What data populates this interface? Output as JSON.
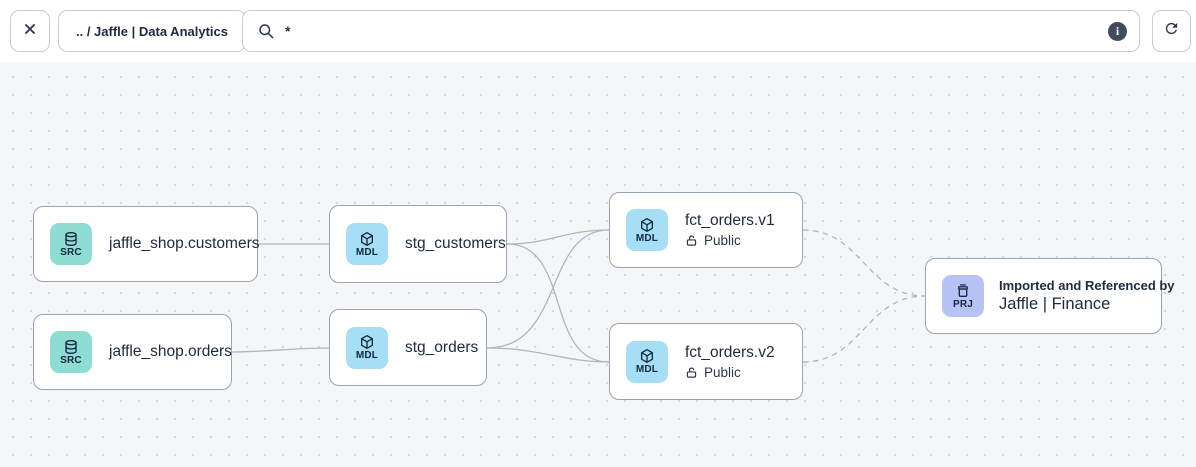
{
  "toolbar": {
    "breadcrumb": ".. / Jaffle | Data Analytics",
    "search_value": "*"
  },
  "colors": {
    "canvas_bg": "#f5f6f8",
    "src_icon_bg": "#8fdcd2",
    "mdl_icon_bg": "#a5def5",
    "prj_icon_bg": "#b7c3f4",
    "edge": "#aeb6c2",
    "node_border": "#99a3b1",
    "text": "#1c2a3e"
  },
  "nodes": [
    {
      "label": "jaffle_shop.customers",
      "badge": "SRC",
      "icon": "database-icon"
    },
    {
      "label": "jaffle_shop.orders",
      "badge": "SRC",
      "icon": "database-icon"
    },
    {
      "label": "stg_customers",
      "badge": "MDL",
      "icon": "cube-icon"
    },
    {
      "label": "stg_orders",
      "badge": "MDL",
      "icon": "cube-icon"
    },
    {
      "label": "fct_orders.v1",
      "badge": "MDL",
      "icon": "cube-icon",
      "access": "Public"
    },
    {
      "label": "fct_orders.v2",
      "badge": "MDL",
      "icon": "cube-icon",
      "access": "Public"
    },
    {
      "label": "Jaffle | Finance",
      "badge": "PRJ",
      "icon": "project-icon",
      "caption": "Imported and Referenced by"
    }
  ]
}
